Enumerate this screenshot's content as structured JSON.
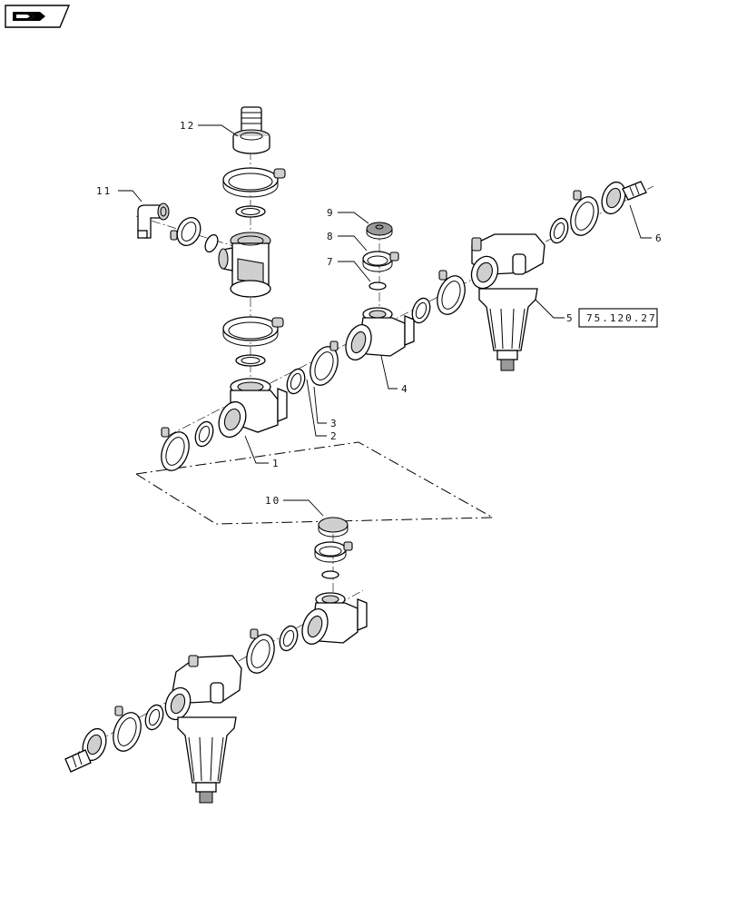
{
  "toolbar": {
    "nav_icon": "arrow-right-icon"
  },
  "diagram": {
    "callouts": [
      "1",
      "2",
      "3",
      "4",
      "5",
      "6",
      "7",
      "8",
      "9",
      "10",
      "11",
      "12"
    ],
    "reference_box": "75.120.27"
  }
}
